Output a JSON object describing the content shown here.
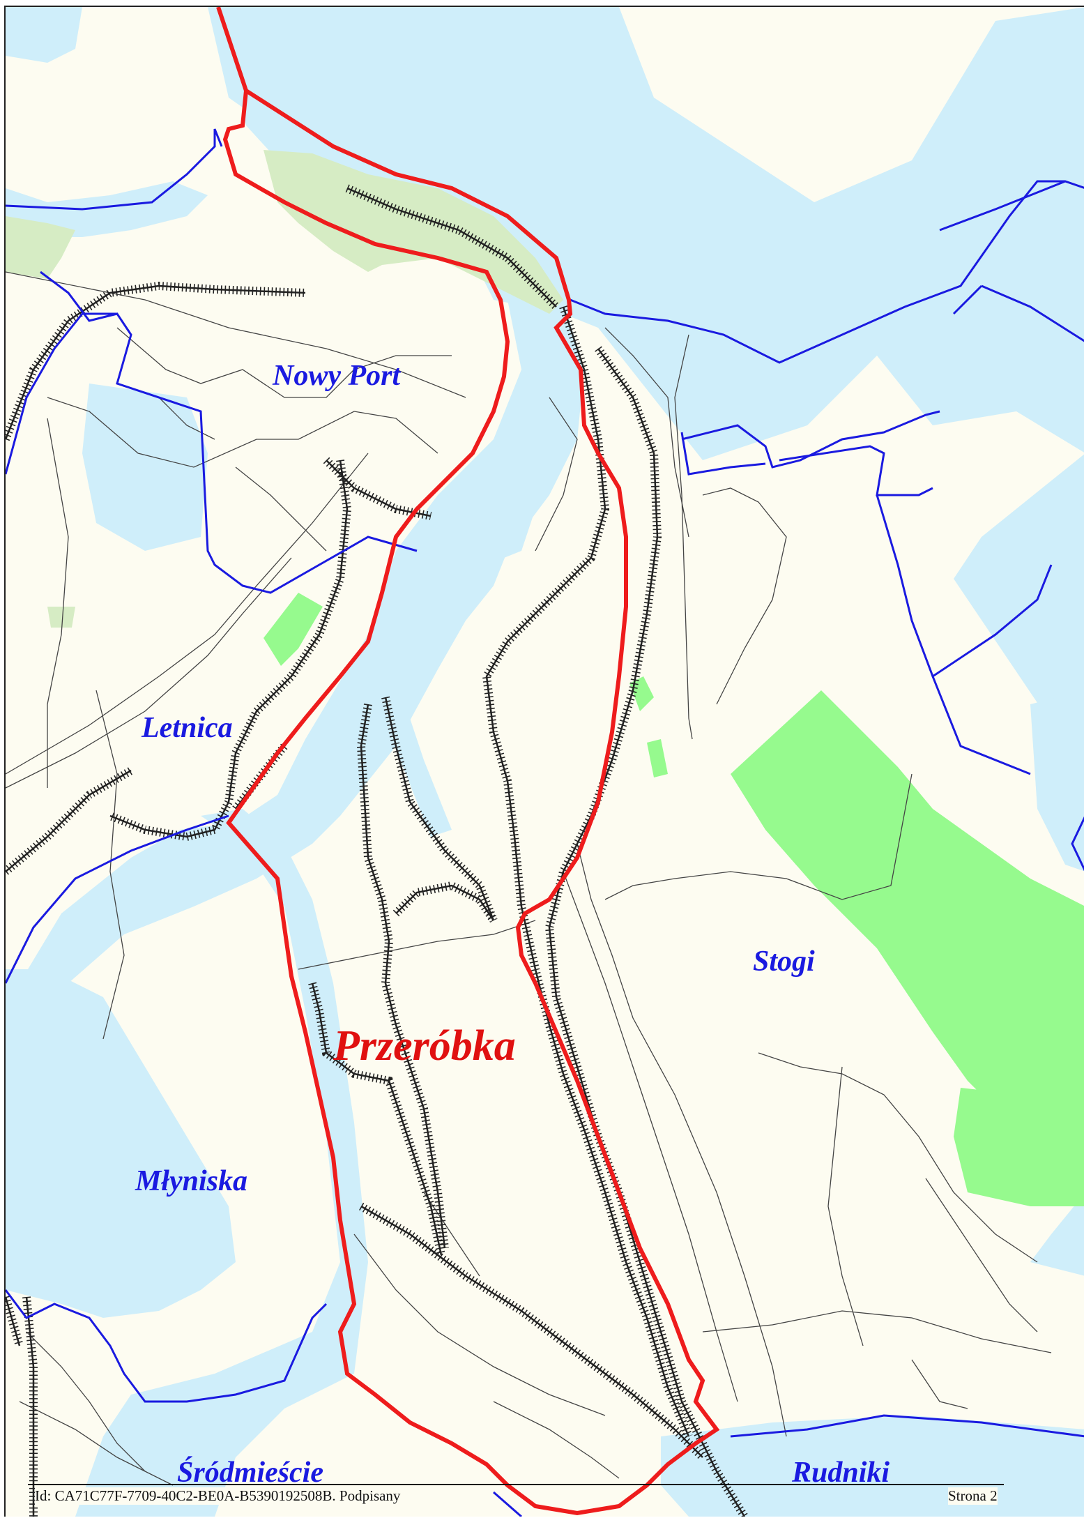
{
  "map": {
    "colors": {
      "water": "#cfeefa",
      "land": "#fdfcf1",
      "green": "#96fa8e",
      "forest": "#d6ecc4",
      "road": "#444444",
      "rail": "#222222",
      "boundary_highlight": "#ee1c1c",
      "boundary_other": "#1a1ae0",
      "label_other": "#1a1ae0",
      "label_highlight": "#e01010"
    },
    "highlighted_district": "Przeróbka",
    "districts": [
      {
        "name": "Nowy Port"
      },
      {
        "name": "Letnica"
      },
      {
        "name": "Stogi"
      },
      {
        "name": "Młyniska"
      },
      {
        "name": "Śródmieście"
      },
      {
        "name": "Rudniki"
      }
    ]
  },
  "footer": {
    "document_id": "Id: CA71C77F-7709-40C2-BE0A-B5390192508B. Podpisany",
    "page_label": "Strona 2"
  }
}
